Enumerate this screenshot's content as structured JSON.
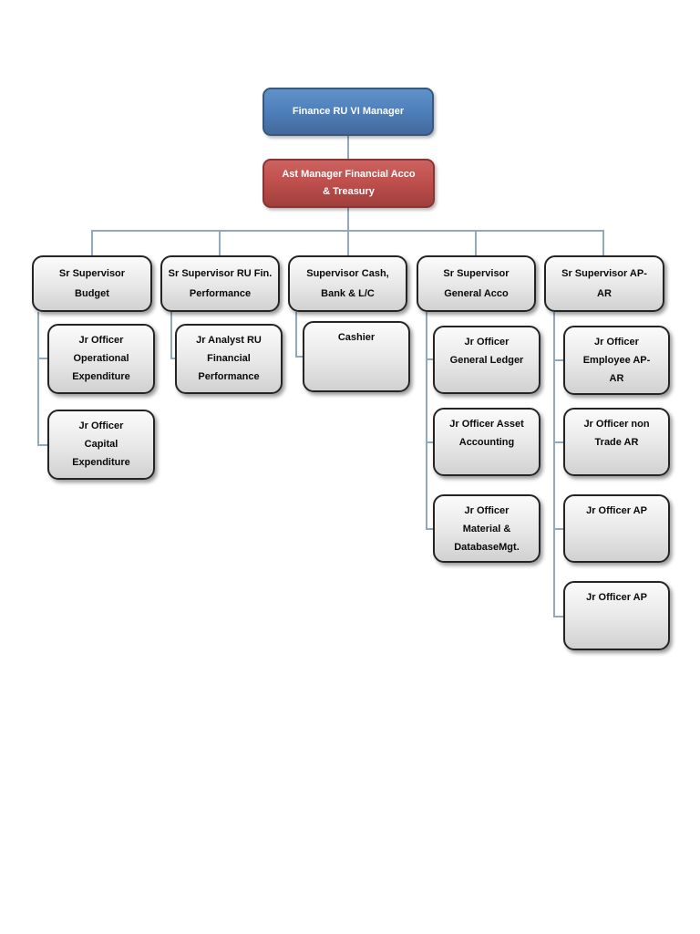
{
  "org_chart": {
    "root": {
      "label": "Finance RU VI Manager"
    },
    "manager": {
      "label": "Ast Manager Financial Acco\n& Treasury"
    },
    "branches": [
      {
        "supervisor": "Sr Supervisor\nBudget",
        "children": [
          "Jr Officer\nOperational\nExpenditure",
          "Jr Officer\nCapital\nExpenditure"
        ]
      },
      {
        "supervisor": "Sr Supervisor RU Fin.\nPerformance",
        "children": [
          "Jr Analyst RU\nFinancial\nPerformance"
        ]
      },
      {
        "supervisor": "Supervisor Cash,\nBank & L/C",
        "children": [
          "Cashier"
        ]
      },
      {
        "supervisor": "Sr Supervisor\nGeneral Acco",
        "children": [
          "Jr Officer\nGeneral Ledger",
          "Jr Officer Asset\nAccounting",
          "Jr Officer\nMaterial &\nDatabaseMgt."
        ]
      },
      {
        "supervisor": "Sr Supervisor AP-\nAR",
        "children": [
          "Jr Officer\nEmployee AP-\nAR",
          "Jr Officer non\nTrade AR",
          "Jr Officer AP",
          "Jr Officer AP"
        ]
      }
    ],
    "colors": {
      "root_fill": "#4f81bd",
      "root_border": "#36597f",
      "manager_fill": "#c0504d",
      "manager_border": "#8c3432",
      "node_fill": "#e3e3e3",
      "node_border": "#242424",
      "connector": "#92a9bd"
    }
  }
}
